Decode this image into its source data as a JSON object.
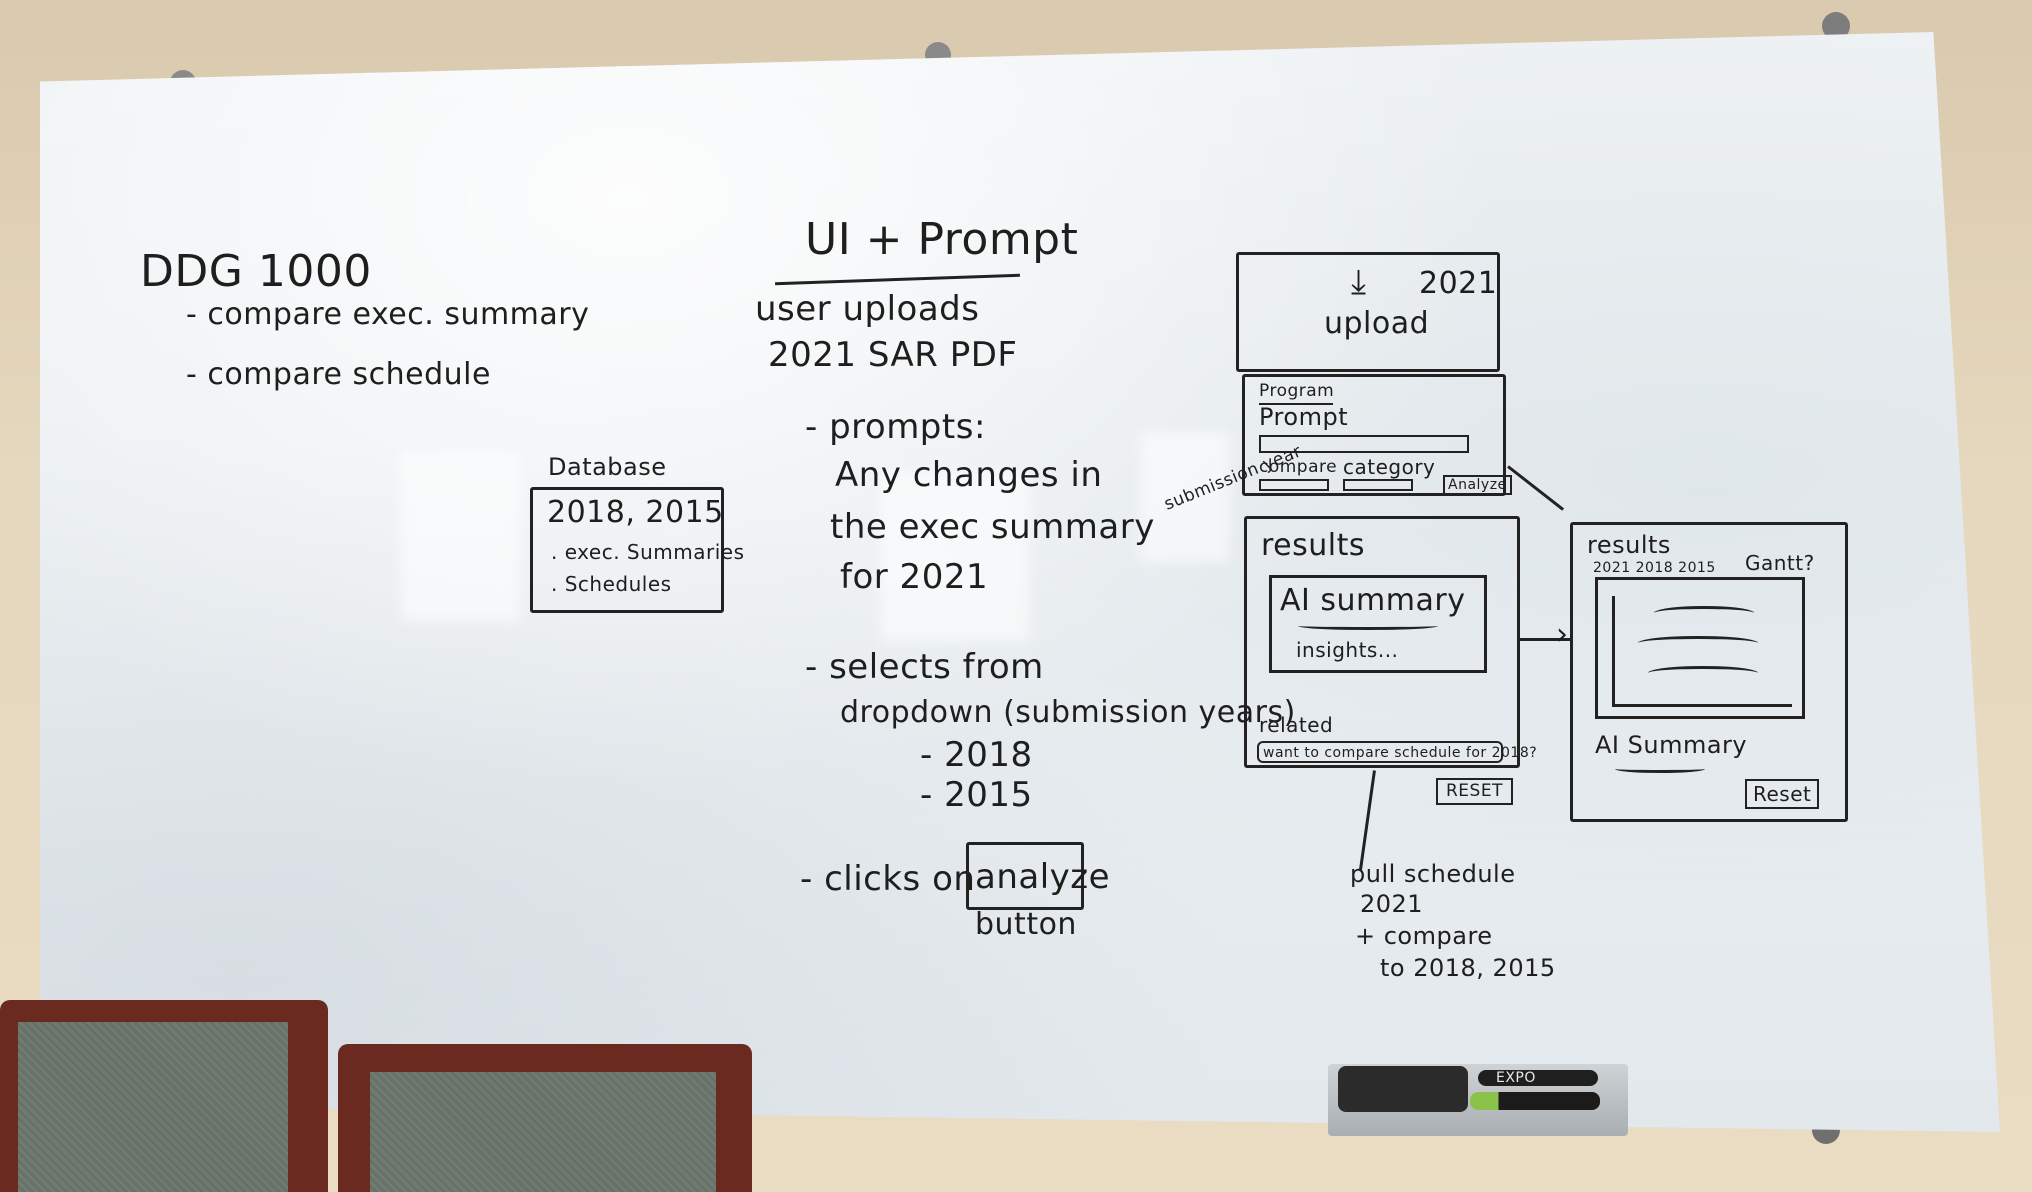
{
  "board": {
    "left_notes": {
      "title": "DDG 1000",
      "items": [
        "- compare exec. summary",
        "- compare schedule"
      ]
    },
    "database": {
      "label": "Database",
      "years": "2018, 2015",
      "items": [
        ". exec. Summaries",
        ". Schedules"
      ]
    },
    "center_notes": {
      "heading": "UI + Prompt",
      "line1": "user uploads",
      "line2": "2021 SAR PDF",
      "prompts_label": "- prompts:",
      "prompt_lines": [
        "Any changes in",
        "the exec summary",
        "for 2021"
      ],
      "selects_line1": "- selects from",
      "selects_line2": "dropdown (submission years)",
      "years": [
        "- 2018",
        "- 2015"
      ],
      "clicks_label": "- clicks on",
      "analyze_label": "analyze",
      "button_label": "button"
    },
    "sketch_upload": {
      "arrow_glyph": "⤓",
      "year": "2021",
      "label": "upload"
    },
    "sketch_prompt": {
      "program_label": "Program",
      "prompt_label": "Prompt",
      "compare_label": "compare",
      "category_label": "category",
      "analyze_btn": "Analyze",
      "side_note": "submission year"
    },
    "sketch_results": {
      "title": "results",
      "ai_summary": "AI summary",
      "insights": "insights...",
      "related_label": "related",
      "related_text": "want to compare schedule for 2018?",
      "reset_btn": "RESET"
    },
    "sketch_results2": {
      "title": "results",
      "years": "2021 2018 2015",
      "gantt": "Gantt?",
      "ai_summary": "AI Summary",
      "reset_btn": "Reset"
    },
    "bottom_note": {
      "lines": [
        "pull schedule",
        "2021",
        "+ compare",
        "to 2018, 2015"
      ]
    },
    "tray": {
      "marker_brand": "EXPO"
    }
  }
}
